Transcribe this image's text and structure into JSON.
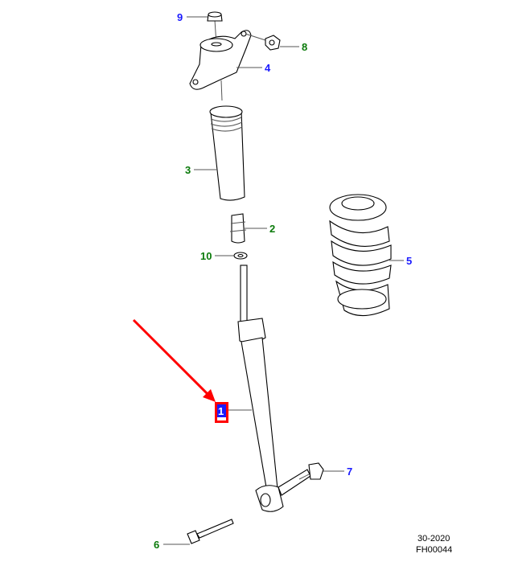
{
  "callouts": [
    {
      "id": "9",
      "color": "#1a1aff"
    },
    {
      "id": "8",
      "color": "#0a7a0a"
    },
    {
      "id": "4",
      "color": "#1a1aff"
    },
    {
      "id": "3",
      "color": "#0a7a0a"
    },
    {
      "id": "2",
      "color": "#0a7a0a"
    },
    {
      "id": "10",
      "color": "#0a7a0a"
    },
    {
      "id": "5",
      "color": "#1a1aff"
    },
    {
      "id": "1",
      "color": "#ffffff",
      "highlight": "#1a1aff",
      "box": "#ff0000"
    },
    {
      "id": "7",
      "color": "#1a1aff"
    },
    {
      "id": "6",
      "color": "#0a7a0a"
    }
  ],
  "footer": {
    "date_code": "30-2020",
    "figure_id": "FH00044"
  },
  "arrow_color": "#ff0000"
}
